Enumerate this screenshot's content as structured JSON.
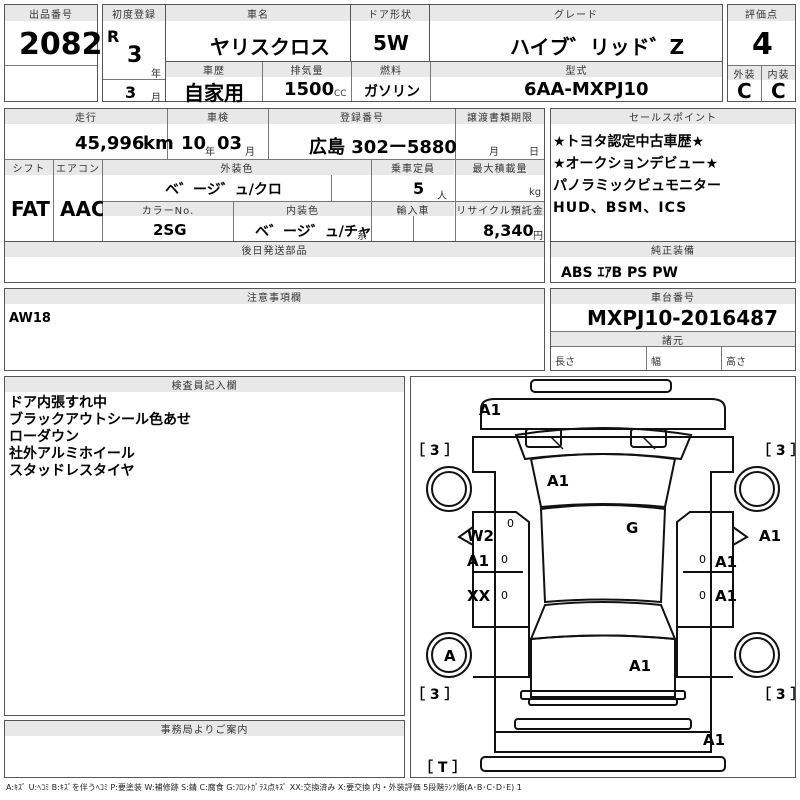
{
  "header": {
    "lot_label": "出品番号",
    "lot_number": "2082",
    "first_reg_label": "初度登録",
    "era_letter": "R",
    "reg_year": "3",
    "year_unit": "年",
    "reg_month": "3",
    "month_unit": "月",
    "name_label": "車名",
    "car_name": "ヤリスクロス",
    "door_label": "ドア形状",
    "door": "5W",
    "grade_label": "グレード",
    "grade": "ハイブ゛リッド゛Z",
    "score_label": "評価点",
    "score": "4",
    "history_label": "車歴",
    "history": "自家用",
    "displacement_label": "排気量",
    "displacement": "1500",
    "displacement_unit": "CC",
    "fuel_label": "燃料",
    "fuel": "ガソリン",
    "model_label": "型式",
    "model_code": "6AA-MXPJ10",
    "exterior_label": "外装",
    "exterior": "C",
    "interior_label": "内装",
    "interior": "C"
  },
  "row2": {
    "mileage_label": "走行",
    "mileage": "45,996",
    "mileage_unit": "km",
    "inspection_label": "車検",
    "insp_year": "10",
    "insp_year_unit": "年",
    "insp_month": "03",
    "insp_month_unit": "月",
    "plate_label": "登録番号",
    "plate": "広島 302ー5880",
    "transfer_label": "譲渡書類期限",
    "transfer_month_unit": "月",
    "transfer_day_unit": "日",
    "shift_label": "シフト",
    "shift": "FAT",
    "ac_label": "エアコン",
    "ac": "AAC",
    "exterior_color_label": "外装色",
    "exterior_color": "ベ゛ージ゛ュ/クロ",
    "capacity_label": "乗車定員",
    "capacity": "5",
    "capacity_unit": "人",
    "payload_label": "最大積載量",
    "payload_unit": "kg",
    "color_no_label": "カラーNo.",
    "color_no": "2SG",
    "interior_color_label": "内装色",
    "interior_color": "ベ゛ージ゛ュ/チャ",
    "interior_color_suffix": "系",
    "import_label": "輸入車",
    "recycle_label": "リサイクル預託金",
    "recycle": "8,340",
    "recycle_unit": "円"
  },
  "selling_points": {
    "label": "セールスポイント",
    "items": [
      "★トヨタ認定中古車歴★",
      "★オークションデビュー★",
      "パノラミックビュモニター",
      "HUD、BSM、ICS"
    ]
  },
  "later_parts": {
    "label": "後日発送部品"
  },
  "genuine": {
    "label": "純正装備",
    "value": "ABS ｴｱB PS PW"
  },
  "caution": {
    "label": "注意事項欄",
    "value": "AW18"
  },
  "chassis": {
    "label": "車台番号",
    "value": "MXPJ10-2016487",
    "dims_label": "諸元",
    "length_label": "長さ",
    "width_label": "幅",
    "height_label": "高さ"
  },
  "inspector": {
    "label": "検査員記入欄",
    "notes": [
      "ドア内張すれ中",
      "ブラックアウトシール色あせ",
      "ローダウン",
      "社外アルミホイール",
      "スタッドレスタイヤ"
    ]
  },
  "office": {
    "label": "事務局よりご案内"
  },
  "diagram": {
    "marks": {
      "front_top": "A1",
      "hood": "A1",
      "roof_g": "G",
      "left_front_door": "W2",
      "left_front_door2": "A1",
      "left_rear_door": "XX",
      "right_front_fender": "A1",
      "right_front_door": "A1",
      "right_rear_door": "A1",
      "left_rear_wheel": "A",
      "rear_roof": "A1",
      "rear_bottom": "A1",
      "tire_fl": "［ 3 ］",
      "tire_fr": "［ 3 ］",
      "tire_rl": "［ 3 ］",
      "tire_rr": "［ 3 ］",
      "spare": "［ T ］",
      "zero1": "0",
      "zero2": "0",
      "zero3": "0",
      "zero4": "0",
      "zero5": "0"
    }
  },
  "legend": "A:ｷｽﾞ U:ﾍｺﾐ B:ｷｽﾞを伴うﾍｺﾐ P:要塗装 W:補修跡 S:錆 C:腐食 G:ﾌﾛﾝﾄｶﾞﾗｽ点ｷｽﾞ XX:交換済み X:要交換 内・外装評価 5段階ﾗﾝｸ順(A･B･C･D･E) 1"
}
